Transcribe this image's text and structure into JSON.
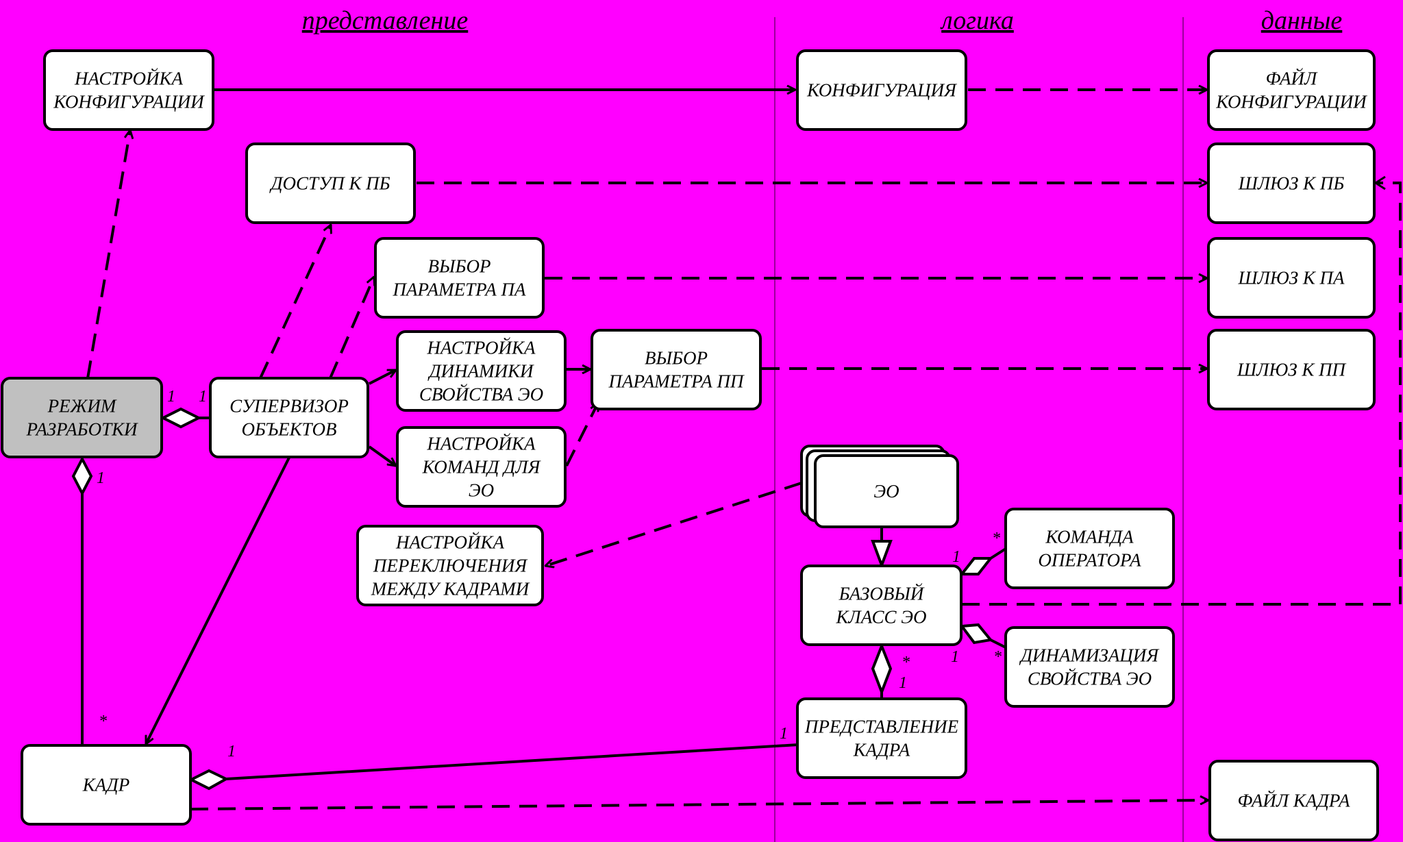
{
  "headers": {
    "presentation": "представление",
    "logic": "логика",
    "data": "данные"
  },
  "nodes": {
    "config_setup": [
      "НАСТРОЙКА",
      "КОНФИГУРАЦИИ"
    ],
    "configuration": [
      "КОНФИГУРАЦИЯ"
    ],
    "config_file": [
      "ФАЙЛ",
      "КОНФИГУРАЦИИ"
    ],
    "pb_access": [
      "ДОСТУП К ПБ"
    ],
    "pb_gateway": [
      "ШЛЮЗ К ПБ"
    ],
    "pa_param_select": [
      "ВЫБОР",
      "ПАРАМЕТРА ПА"
    ],
    "pa_gateway": [
      "ШЛЮЗ К ПА"
    ],
    "eo_dynamics_setup": [
      "НАСТРОЙКА",
      "ДИНАМИКИ",
      "СВОЙСТВА ЭО"
    ],
    "pp_param_select": [
      "ВЫБОР",
      "ПАРАМЕТРА ПП"
    ],
    "pp_gateway": [
      "ШЛЮЗ К ПП"
    ],
    "dev_mode": [
      "РЕЖИМ",
      "РАЗРАБОТКИ"
    ],
    "object_supervisor": [
      "СУПЕРВИЗОР",
      "ОБЪЕКТОВ"
    ],
    "eo_commands_setup": [
      "НАСТРОЙКА",
      "КОМАНД ДЛЯ",
      "ЭО"
    ],
    "eo": [
      "ЭО"
    ],
    "frame_switch_setup": [
      "НАСТРОЙКА",
      "ПЕРЕКЛЮЧЕНИЯ",
      "МЕЖДУ КАДРАМИ"
    ],
    "operator_command": [
      "КОМАНДА",
      "ОПЕРАТОРА"
    ],
    "eo_base_class": [
      "БАЗОВЫЙ",
      "КЛАСС ЭО"
    ],
    "eo_property_dynamization": [
      "ДИНАМИЗАЦИЯ",
      "СВОЙСТВА ЭО"
    ],
    "frame_representation": [
      "ПРЕДСТАВЛЕНИЕ",
      "КАДРА"
    ],
    "frame": [
      "КАДР"
    ],
    "frame_file": [
      "ФАЙЛ КАДРА"
    ]
  },
  "multiplicities": {
    "devmode_supervisor_left": "1",
    "devmode_supervisor_right": "1",
    "devmode_frame_top": "1",
    "devmode_frame_bottom": "*",
    "frame_representation_frame": "1",
    "frame_representation_base": "1",
    "base_class_representation": "*",
    "base_operator_1": "1",
    "base_operator_many": "*",
    "base_dynamization_1": "1",
    "base_dynamization_many": "*",
    "frame_repr_left": "1"
  }
}
